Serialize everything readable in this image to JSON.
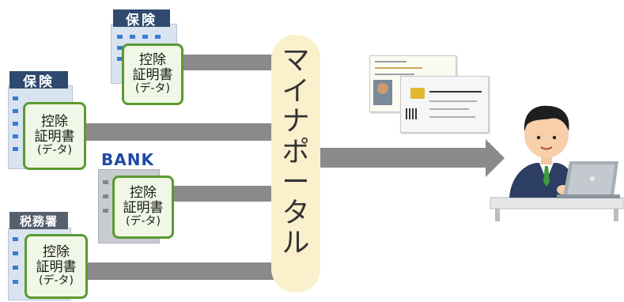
{
  "sources": [
    {
      "org": "insurance-upper",
      "sign_label": "保険",
      "certificate": {
        "line1": "控除",
        "line2": "証明書",
        "line3": "(デ-タ)"
      }
    },
    {
      "org": "insurance-lower",
      "sign_label": "保険",
      "certificate": {
        "line1": "控除",
        "line2": "証明書",
        "line3": "(デ-タ)"
      }
    },
    {
      "org": "bank",
      "sign_label": "BANK",
      "certificate": {
        "line1": "控除",
        "line2": "証明書",
        "line3": "(デ-タ)"
      }
    },
    {
      "org": "tax-office",
      "sign_label": "税務署",
      "certificate": {
        "line1": "控除",
        "line2": "証明書",
        "line3": "(デ-タ)"
      }
    }
  ],
  "portal": {
    "chars": [
      "マ",
      "イ",
      "ナ",
      "ポ",
      "ー",
      "タ",
      "ル"
    ]
  },
  "colors": {
    "card_border": "#5b9a32",
    "card_fill": "#f0f7e6",
    "connector": "#8a8a8a",
    "portal_highlight": "#fbf0cc",
    "bank_text": "#1f4aa5",
    "sign_dark": "#2f4a6e"
  },
  "icons": [
    "building-icon",
    "bank-building-icon",
    "tax-office-building-icon",
    "my-number-card-icon",
    "person-at-laptop-icon"
  ]
}
